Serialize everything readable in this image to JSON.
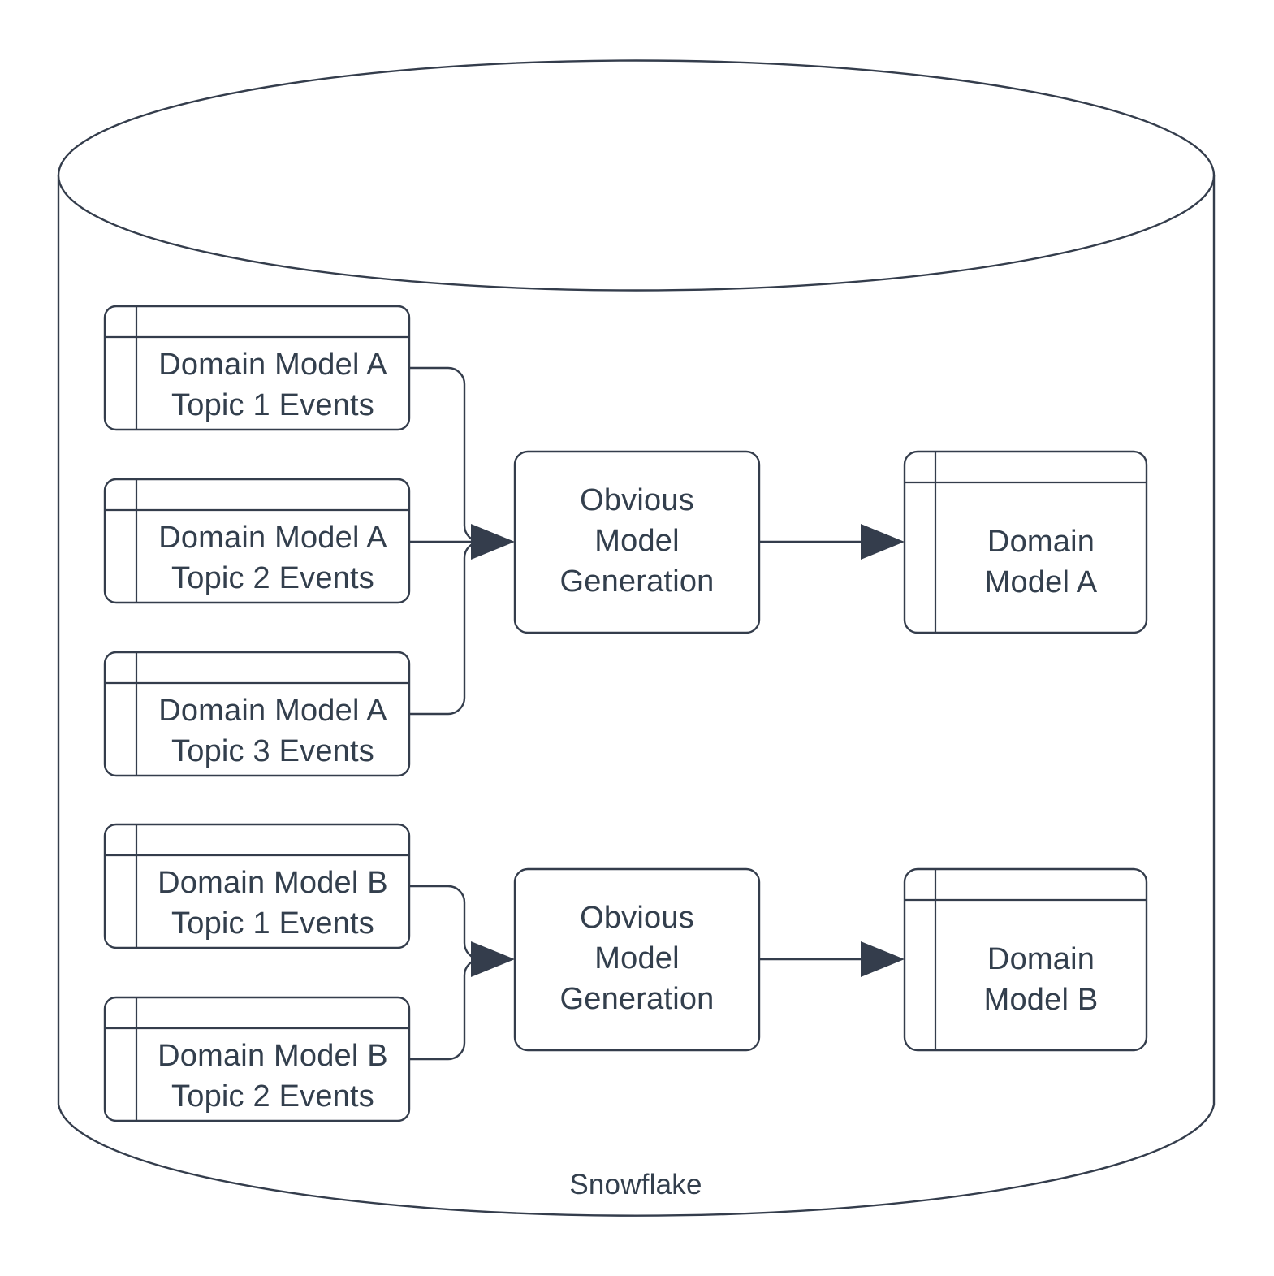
{
  "diagram": {
    "container": {
      "name": "Snowflake",
      "label": "Snowflake",
      "shape": "cylinder"
    },
    "stroke_color": "#343d4c",
    "text_color": "#333f4d",
    "background_color": "#ffffff",
    "groups": [
      {
        "id": "group-a",
        "sources": [
          {
            "id": "a-topic-1",
            "line1": "Domain Model A",
            "line2": "Topic 1 Events",
            "label": "Domain Model A\nTopic 1 Events"
          },
          {
            "id": "a-topic-2",
            "line1": "Domain Model A",
            "line2": "Topic 2 Events",
            "label": "Domain Model A\nTopic 2 Events"
          },
          {
            "id": "a-topic-3",
            "line1": "Domain Model A",
            "line2": "Topic 3 Events",
            "label": "Domain Model A\nTopic 3 Events"
          }
        ],
        "process": {
          "id": "process-a",
          "label": "Obvious\nModel\nGeneration"
        },
        "output": {
          "id": "output-a",
          "label": "Domain\nModel A"
        }
      },
      {
        "id": "group-b",
        "sources": [
          {
            "id": "b-topic-1",
            "line1": "Domain Model B",
            "line2": "Topic 1 Events",
            "label": "Domain Model B\nTopic 1 Events"
          },
          {
            "id": "b-topic-2",
            "line1": "Domain Model B",
            "line2": "Topic 2 Events",
            "label": "Domain Model B\nTopic 2 Events"
          }
        ],
        "process": {
          "id": "process-b",
          "label": "Obvious\nModel\nGeneration"
        },
        "output": {
          "id": "output-b",
          "label": "Domain\nModel B"
        }
      }
    ]
  }
}
